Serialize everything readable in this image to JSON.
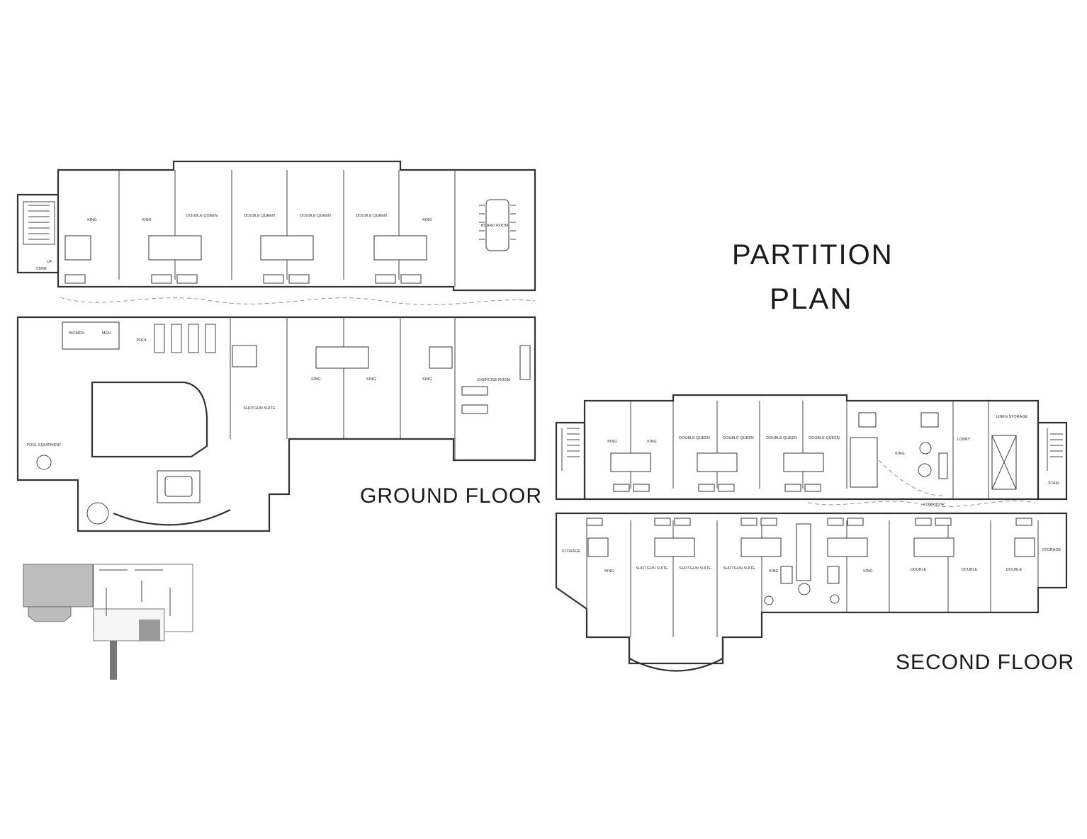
{
  "title": {
    "line1": "PARTITION",
    "line2": "PLAN"
  },
  "ground_floor": {
    "label": "GROUND FLOOR",
    "top_rooms": [
      "KING",
      "KING",
      "DOUBLE QUEEN",
      "DOUBLE QUEEN",
      "DOUBLE QUEEN",
      "DOUBLE QUEEN",
      "KING"
    ],
    "board_room": "BOARD ROOM",
    "stair": "STAIR",
    "stair_up": "UP",
    "women": "WOMEN",
    "men": "MEN",
    "pool": "POOL",
    "pool_equipment": "POOL EQUIPMENT",
    "shotgun_suite": "SHOTGUN SUITE",
    "bottom_rooms": [
      "KING",
      "KING",
      "KING"
    ],
    "exercise_room": "EXERCISE ROOM"
  },
  "second_floor": {
    "label": "SECOND FLOOR",
    "top_rooms": [
      "KING",
      "KING",
      "DOUBLE QUEEN",
      "DOUBLE QUEEN",
      "DOUBLE QUEEN",
      "DOUBLE QUEEN"
    ],
    "king_suite": "KING",
    "corridor": "CORRIDOR",
    "lobby": "LOBBY",
    "linen_storage": "LINEN STORAGE",
    "stair": "STAIR",
    "bottom_rooms": [
      "STORAGE",
      "KING",
      "SHOTGUN SUITE",
      "SHOTGUN SUITE",
      "SHOTGUN SUITE",
      "KING",
      "KING",
      "DOUBLE",
      "DOUBLE",
      "DOUBLE",
      "STORAGE"
    ]
  },
  "colors": {
    "ink": "#333333",
    "site_fill": "#bdbdbd",
    "background": "#ffffff"
  }
}
